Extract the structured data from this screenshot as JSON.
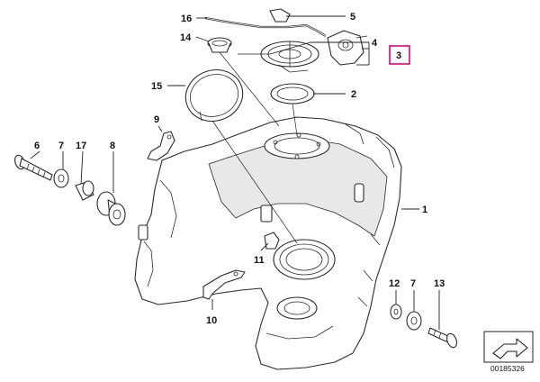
{
  "diagram": {
    "callouts": {
      "c1": "1",
      "c2": "2",
      "c3": "3",
      "c4": "4",
      "c5": "5",
      "c6": "6",
      "c7a": "7",
      "c7b": "7",
      "c8": "8",
      "c9": "9",
      "c10": "10",
      "c11": "11",
      "c12": "12",
      "c13": "13",
      "c14": "14",
      "c15": "15",
      "c16": "16",
      "c17": "17"
    },
    "highlight_color": "#e0007a",
    "drawing_code": "00185326",
    "nav_icon": "arrow-icon"
  }
}
